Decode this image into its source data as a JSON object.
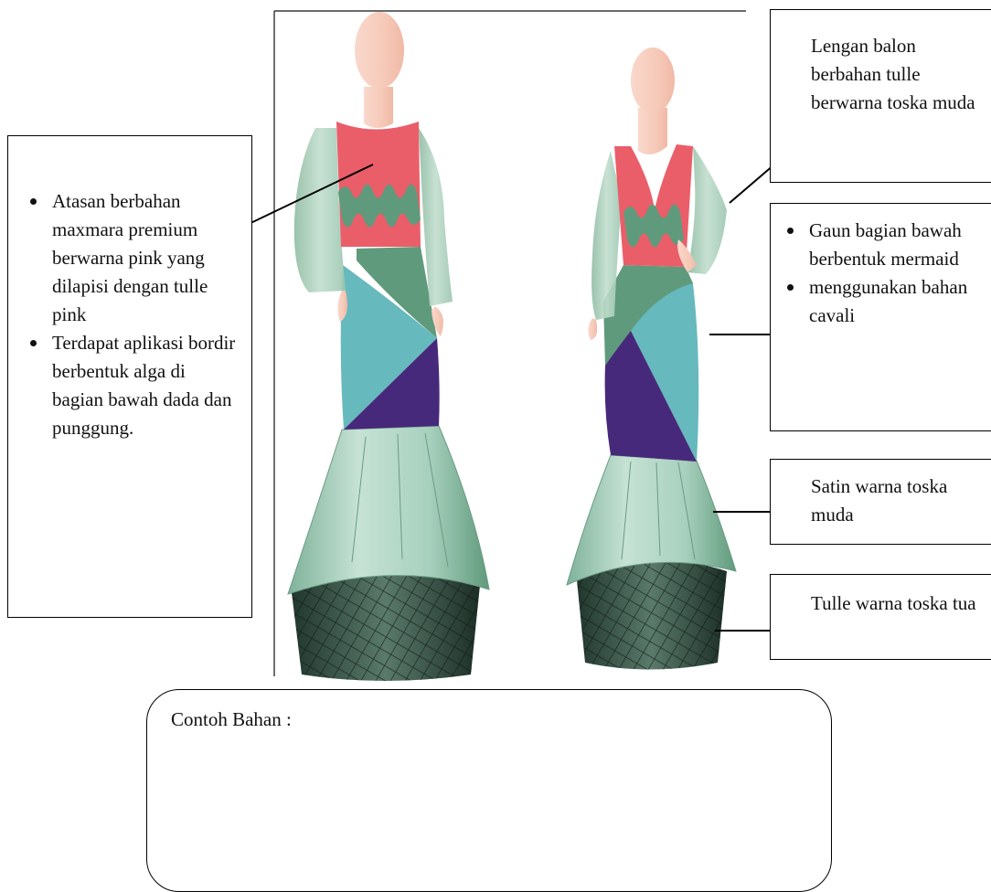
{
  "annotations": {
    "left_box": {
      "items": [
        "Atasan berbahan maxmara premium berwarna pink yang dilapisi dengan tulle pink",
        "Terdapat aplikasi bordir berbentuk alga di bagian bawah dada dan punggung."
      ]
    },
    "sleeve_box": {
      "text": "Lengan balon berbahan tulle berwarna toska muda"
    },
    "gown_box": {
      "items": [
        "Gaun bagian bawah berbentuk mermaid",
        "menggunakan bahan cavali"
      ]
    },
    "satin_box": {
      "text": "Satin warna toska muda"
    },
    "tulle_box": {
      "text": "Tulle warna toska tua"
    }
  },
  "material_box": {
    "label": "Contoh Bahan :"
  },
  "colors": {
    "bodice_pink": "#ea5e69",
    "sleeve_tulle_mint": "#a9cdb8",
    "skirt_green": "#5f9a7c",
    "skirt_teal": "#66b9bd",
    "skirt_purple": "#47297b",
    "satin_mint": "#a8d0be",
    "tulle_dark": "#2f4a3e",
    "skin": "#f6c9b8"
  }
}
